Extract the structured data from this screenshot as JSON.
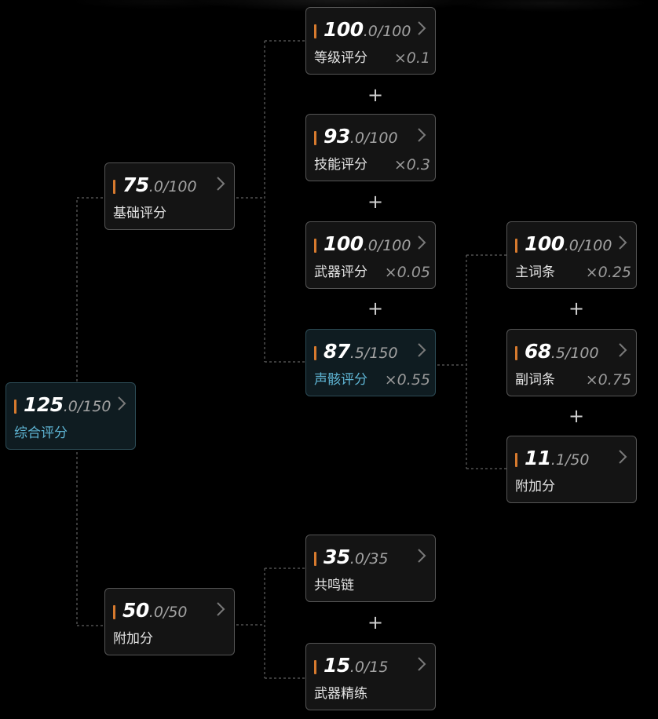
{
  "nodes": {
    "total": {
      "score_main": "125",
      "score_frac": ".0/150",
      "label": "综合评分"
    },
    "base": {
      "score_main": "75",
      "score_frac": ".0/100",
      "label": "基础评分"
    },
    "bonus": {
      "score_main": "50",
      "score_frac": ".0/50",
      "label": "附加分"
    },
    "level": {
      "score_main": "100",
      "score_frac": ".0/100",
      "label": "等级评分",
      "weight": "×0.1"
    },
    "skill": {
      "score_main": "93",
      "score_frac": ".0/100",
      "label": "技能评分",
      "weight": "×0.3"
    },
    "weapon": {
      "score_main": "100",
      "score_frac": ".0/100",
      "label": "武器评分",
      "weight": "×0.05"
    },
    "echo": {
      "score_main": "87",
      "score_frac": ".5/150",
      "label": "声骸评分",
      "weight": "×0.55"
    },
    "main_stat": {
      "score_main": "100",
      "score_frac": ".0/100",
      "label": "主词条",
      "weight": "×0.25"
    },
    "sub_stat": {
      "score_main": "68",
      "score_frac": ".5/100",
      "label": "副词条",
      "weight": "×0.75"
    },
    "echo_bonus": {
      "score_main": "11",
      "score_frac": ".1/50",
      "label": "附加分"
    },
    "resonance_chain": {
      "score_main": "35",
      "score_frac": ".0/35",
      "label": "共鸣链"
    },
    "weapon_refine": {
      "score_main": "15",
      "score_frac": ".0/15",
      "label": "武器精练"
    }
  },
  "operator": "+",
  "colors": {
    "accent_marker": "#d77a2e",
    "highlight_label": "#5eb4d3",
    "card_border": "#555555",
    "highlight_border": "#2c4b55",
    "background": "#000000"
  },
  "icons": {
    "card_action": "chevron-right-icon"
  }
}
